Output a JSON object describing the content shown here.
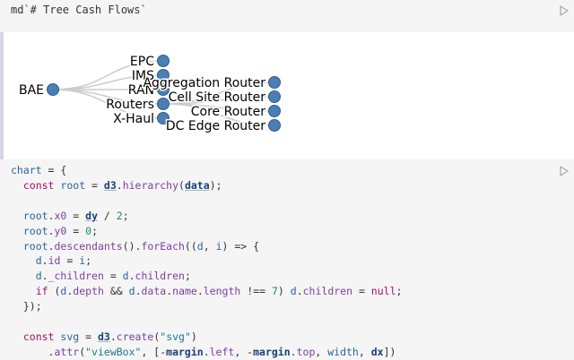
{
  "md_cell": {
    "source": "md`# Tree Cash Flows`"
  },
  "tree": {
    "root": "BAE",
    "level1": [
      "EPC",
      "IMS",
      "RAN",
      "Routers",
      "X-Haul"
    ],
    "level2": [
      "Aggregation Router",
      "Cell Site Router",
      "Core Router",
      "DC Edge Router"
    ],
    "node_color": "#4a7fb5",
    "link_color": "#cccccc"
  },
  "code": {
    "l1": {
      "a": "chart",
      "b": " = {"
    },
    "l2": {
      "a": "const",
      "b": "root",
      "c": " = ",
      "d": "d3",
      "e": ".",
      "f": "hierarchy",
      "g": "(",
      "h": "data",
      "i": ");"
    },
    "l4": {
      "a": "root",
      "b": ".",
      "c": "x0",
      "d": " = ",
      "e": "dy",
      "f": " / ",
      "g": "2",
      "h": ";"
    },
    "l5": {
      "a": "root",
      "b": ".",
      "c": "y0",
      "d": " = ",
      "e": "0",
      "f": ";"
    },
    "l6": {
      "a": "root",
      "b": ".",
      "c": "descendants",
      "d": "().",
      "e": "forEach",
      "f": "((",
      "g": "d",
      "h": ", ",
      "i": "i",
      "j": ") => {"
    },
    "l7": {
      "a": "d",
      "b": ".",
      "c": "id",
      "d": " = ",
      "e": "i",
      "f": ";"
    },
    "l8": {
      "a": "d",
      "b": ".",
      "c": "_children",
      "d": " = ",
      "e": "d",
      "f": ".",
      "g": "children",
      "h": ";"
    },
    "l9": {
      "a": "if",
      "b": " (",
      "c": "d",
      "d": ".",
      "e": "depth",
      "f": " && ",
      "g": "d",
      "h": ".",
      "i": "data",
      "j": ".",
      "k": "name",
      "l": ".",
      "m": "length",
      "n": " !== ",
      "o": "7",
      "p": ") ",
      "q": "d",
      "r": ".",
      "s": "children",
      "t": " = ",
      "u": "null",
      "v": ";"
    },
    "l10": {
      "a": "});"
    },
    "l12": {
      "a": "const",
      "b": "svg",
      "c": " = ",
      "d": "d3",
      "e": ".",
      "f": "create",
      "g": "(",
      "h": "\"svg\"",
      "i": ")"
    },
    "l13": {
      "a": ".",
      "b": "attr",
      "c": "(",
      "d": "\"viewBox\"",
      "e": ", [-",
      "f": "margin",
      "g": ".",
      "h": "left",
      "i": ", -",
      "j": "margin",
      "k": ".",
      "l": "top",
      "m": ", ",
      "n": "width",
      "o": ", ",
      "p": "dx",
      "q": "])"
    }
  }
}
